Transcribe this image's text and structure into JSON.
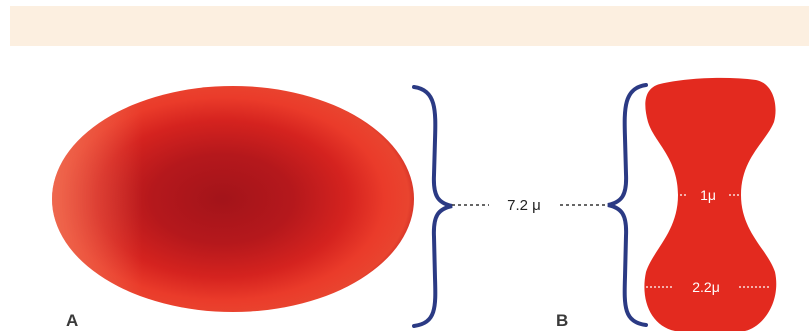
{
  "panels": {
    "a_label": "A",
    "b_label": "B"
  },
  "dimensions": {
    "diameter": "7.2 μ",
    "center_thickness": "1μ",
    "edge_thickness": "2.2μ"
  },
  "colors": {
    "cell_red": "#e32a1f",
    "cell_dark": "#a5141a",
    "bracket": "#2b3a84",
    "title_band": "#fcefe0"
  }
}
